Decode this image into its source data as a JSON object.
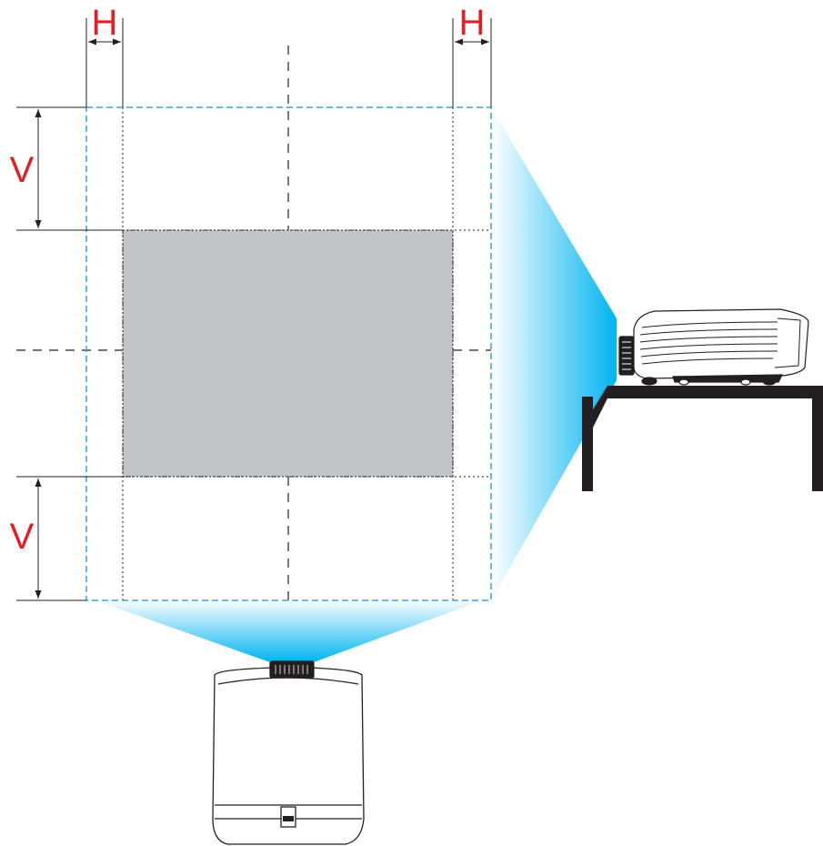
{
  "labels": {
    "h_left": "H",
    "h_right": "H",
    "v_top": "V",
    "v_bottom": "V"
  },
  "colors": {
    "label": "#e41e26",
    "beam": "#00b4f0",
    "frame": "#3aa0e0",
    "image": "#c1c5c8",
    "line": "#231f20"
  },
  "icons": {
    "side_projector": "projector-side-view-icon",
    "front_projector": "projector-front-view-icon",
    "table": "table-icon"
  }
}
